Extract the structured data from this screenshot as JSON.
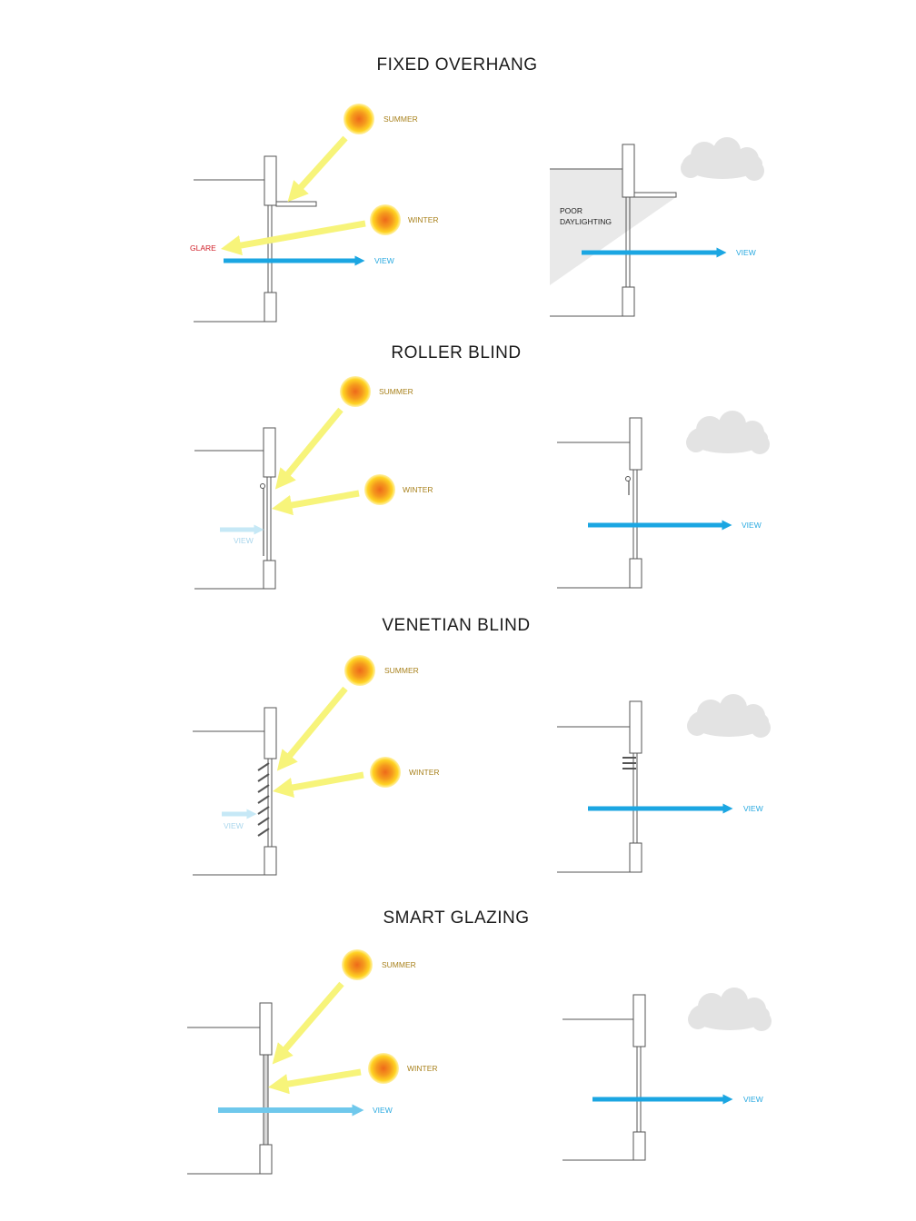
{
  "sections": [
    {
      "title": "FIXED OVERHANG",
      "summer": "SUMMER",
      "winter": "WINTER",
      "glare": "GLARE",
      "view_left": "VIEW",
      "poor_line1": "POOR",
      "poor_line2": "DAYLIGHTING",
      "view_right": "VIEW"
    },
    {
      "title": "ROLLER BLIND",
      "summer": "SUMMER",
      "winter": "WINTER",
      "view_left": "VIEW",
      "view_right": "VIEW"
    },
    {
      "title": "VENETIAN BLIND",
      "summer": "SUMMER",
      "winter": "WINTER",
      "view_left": "VIEW",
      "view_right": "VIEW"
    },
    {
      "title": "SMART GLAZING",
      "summer": "SUMMER",
      "winter": "WINTER",
      "view_left": "VIEW",
      "view_right": "VIEW"
    }
  ],
  "colors": {
    "sunlight": "#f7f47a",
    "view_arrow": "#1ba6e2",
    "sun_core": "#f07b1c",
    "sun_halo": "#ffd21a",
    "cloud": "#e3e3e3",
    "shadow": "#e9e9e9"
  }
}
